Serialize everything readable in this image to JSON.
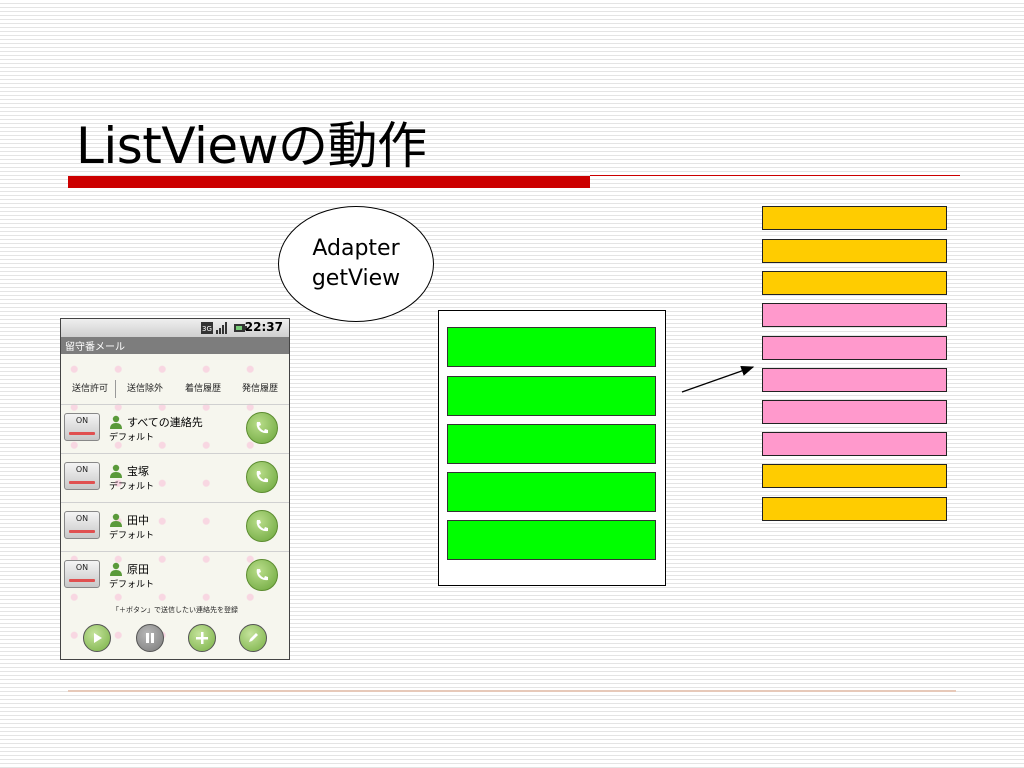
{
  "slide": {
    "title": "ListViewの動作"
  },
  "bubble": {
    "line1": "Adapter",
    "line2": "getView"
  },
  "phone": {
    "status_time": "22:37",
    "app_title": "留守番メール",
    "tabs": [
      "送信許可",
      "送信除外",
      "着信履歴",
      "発信履歴"
    ],
    "entries": [
      {
        "toggle": "ON",
        "name": "すべての連絡先",
        "sub": "デフォルト"
      },
      {
        "toggle": "ON",
        "name": "宝塚",
        "sub": "デフォルト"
      },
      {
        "toggle": "ON",
        "name": "田中",
        "sub": "デフォルト"
      },
      {
        "toggle": "ON",
        "name": "原田",
        "sub": "デフォルト"
      }
    ],
    "hint": "「＋ボタン」で送信したい連絡先を登録",
    "bottom_buttons": [
      "play-icon",
      "pause-icon",
      "add-icon",
      "edit-icon"
    ]
  },
  "colors": {
    "accent": "#cc0000",
    "visible_row": "#00ff00",
    "cached_row": "#ffcc00",
    "active_row": "#ff99cc"
  }
}
